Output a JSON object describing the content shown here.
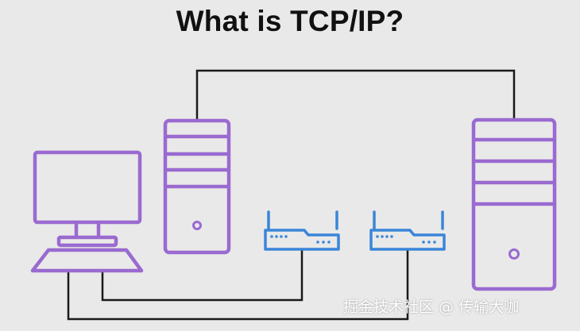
{
  "diagram": {
    "title": "What is TCP/IP?",
    "watermark": "掘金技术社区 @ 传输大咖"
  },
  "colors": {
    "background": "#e9e9e9",
    "title": "#111111",
    "computer": "#9a6ad0",
    "server": "#9a6ad0",
    "router": "#3a86d8",
    "cable": "#1a1a1a"
  },
  "nodes": [
    {
      "id": "desktop-computer",
      "icon": "desktop-computer-icon"
    },
    {
      "id": "server-left",
      "icon": "server-tower-icon"
    },
    {
      "id": "router-1",
      "icon": "router-icon"
    },
    {
      "id": "router-2",
      "icon": "router-icon"
    },
    {
      "id": "server-right",
      "icon": "server-tower-icon"
    }
  ]
}
